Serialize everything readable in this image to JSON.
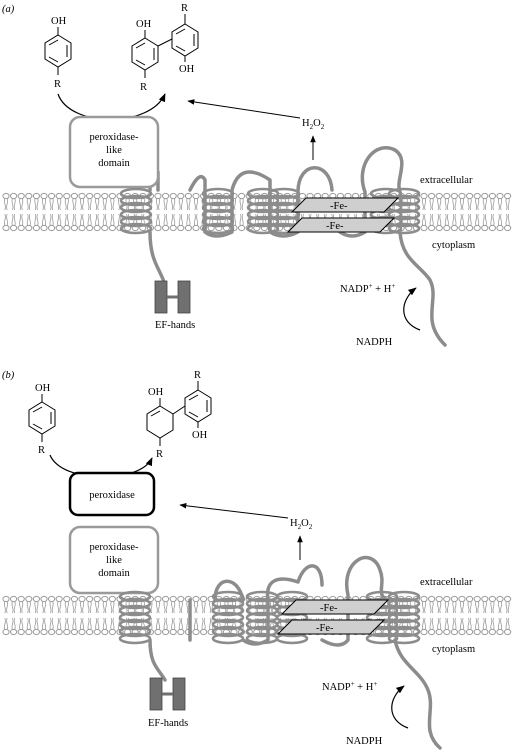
{
  "panel_a": {
    "panel_label": "(a)",
    "phenol_oh": "OH",
    "phenol_r": "R",
    "dimer_oh_top": "OH",
    "dimer_oh_right": "OH",
    "dimer_r_top": "R",
    "dimer_r_bottom": "R",
    "peroxidase_like_line1": "peroxidase-",
    "peroxidase_like_line2": "like",
    "peroxidase_like_line3": "domain",
    "h2o2_h": "H",
    "h2o2_2a": "2",
    "h2o2_o": "O",
    "h2o2_2b": "2",
    "fe_top": "-Fe-",
    "fe_bottom": "-Fe-",
    "extracellular": "extracellular",
    "cytoplasm": "cytoplasm",
    "ef_hands": "EF-hands",
    "nadp": "NADP",
    "nadp_sup": "+",
    "nadp_plus_h": " + H",
    "h_sup": "+",
    "nadph": "NADPH"
  },
  "panel_b": {
    "panel_label": "(b)",
    "phenol_oh": "OH",
    "phenol_r": "R",
    "dimer_oh_top": "OH",
    "dimer_oh_right": "OH",
    "dimer_r_top": "R",
    "dimer_r_bottom": "R",
    "peroxidase": "peroxidase",
    "peroxidase_like_line1": "peroxidase-",
    "peroxidase_like_line2": "like",
    "peroxidase_like_line3": "domain",
    "h2o2_h": "H",
    "h2o2_2a": "2",
    "h2o2_o": "O",
    "h2o2_2b": "2",
    "fe_top": "-Fe-",
    "fe_bottom": "-Fe-",
    "extracellular": "extracellular",
    "cytoplasm": "cytoplasm",
    "ef_hands": "EF-hands",
    "nadp": "NADP",
    "nadp_sup": "+",
    "nadp_plus_h": " + H",
    "h_sup": "+",
    "nadph": "NADPH"
  },
  "colors": {
    "membrane": "#9a9a9a",
    "protein": "#8c8c8c",
    "ef_hand": "#707070",
    "heme_plate": "#cfcfcf",
    "peroxidase_box": "#000000",
    "text": "#000000"
  }
}
